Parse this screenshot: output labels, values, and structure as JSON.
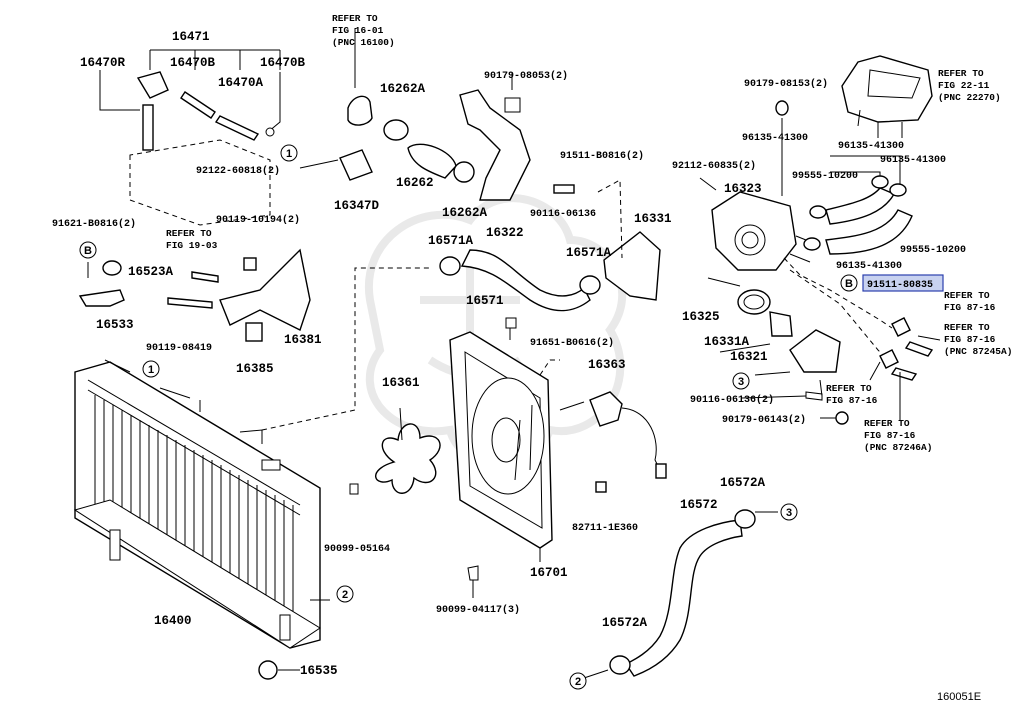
{
  "diagram_code": "160051E",
  "highlighted_part": "91511-80835",
  "callouts": [
    "1",
    "2",
    "3",
    "B"
  ],
  "labels": {
    "p16471": "16471",
    "p16470R": "16470R",
    "p16470B_1": "16470B",
    "p16470B_2": "16470B",
    "p16470A": "16470A",
    "p92122": "92122-60818(2)",
    "p91621": "91621-B0816(2)",
    "p16523A": "16523A",
    "p16533": "16533",
    "p90119a": "90119-10194(2)",
    "p90119b": "90119-08419",
    "p16381": "16381",
    "p16385": "16385",
    "p16262A_1": "16262A",
    "p16262": "16262",
    "p16347D": "16347D",
    "p16262A_2": "16262A",
    "p90179a": "90179-08053(2)",
    "p16322": "16322",
    "p91511a": "91511-B0816(2)",
    "p90116a": "90116-06136",
    "p16331": "16331",
    "p16571A_1": "16571A",
    "p16571A_2": "16571A",
    "p16571": "16571",
    "p91651": "91651-B0616(2)",
    "p16363": "16363",
    "p16361": "16361",
    "p90099a": "90099-05164",
    "p82711": "82711-1E360",
    "p16701": "16701",
    "p90099b": "90099-04117(3)",
    "p16400": "16400",
    "p16535": "16535",
    "p90179b": "90179-08153(2)",
    "p96135a": "96135-41300",
    "p96135b": "96135-41300",
    "p96135c": "96135-41300",
    "p96135d": "96135-41300",
    "p92112": "92112-60835(2)",
    "p16323": "16323",
    "p99555a": "99555-10200",
    "p99555b": "99555-10200",
    "p91511b": "91511-80835",
    "p16325": "16325",
    "p16331A": "16331A",
    "p16321": "16321",
    "p90116b": "90116-06136(2)",
    "p90179c": "90179-06143(2)",
    "p16572A_1": "16572A",
    "p16572": "16572",
    "p16572A_2": "16572A"
  },
  "refs": {
    "r1601": [
      "REFER TO",
      "FIG 16-01",
      "(PNC 16100)"
    ],
    "r1903": [
      "REFER TO",
      "FIG 19-03"
    ],
    "r2211": [
      "REFER TO",
      "FIG 22-11",
      "(PNC 22270)"
    ],
    "r8716a": [
      "REFER TO",
      "FIG 87-16"
    ],
    "r8716b": [
      "REFER TO",
      "FIG 87-16",
      "(PNC 87245A)"
    ],
    "r8716c": [
      "REFER TO",
      "FIG 87-16"
    ],
    "r8716d": [
      "REFER TO",
      "FIG 87-16",
      "(PNC 87246A)"
    ]
  }
}
